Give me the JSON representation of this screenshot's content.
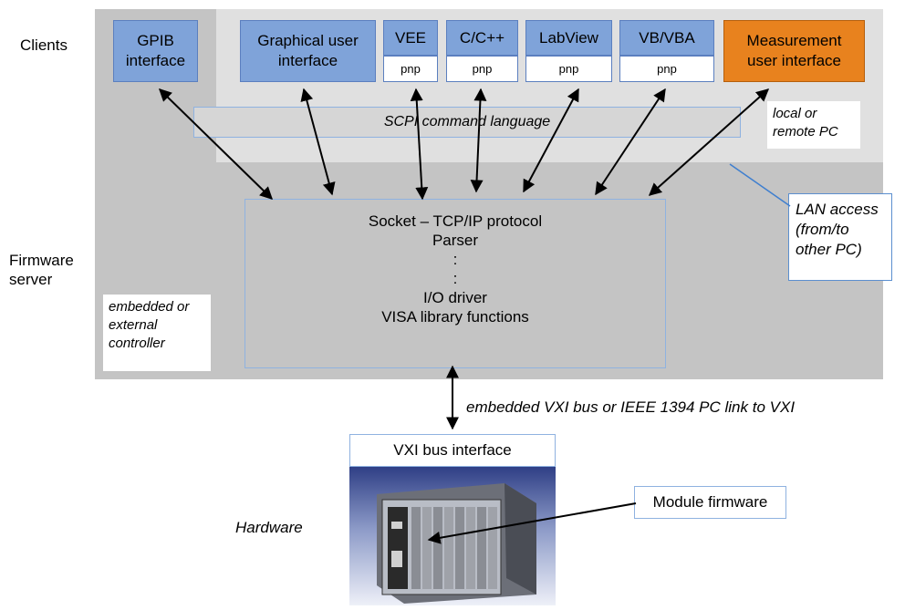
{
  "tiers": {
    "clients": "Clients",
    "firmware_server_line1": "Firmware",
    "firmware_server_line2": "server",
    "hardware": "Hardware"
  },
  "clients": {
    "gpib": [
      "GPIB",
      "interface"
    ],
    "gui": [
      "Graphical user",
      "interface"
    ],
    "vee": "VEE",
    "cpp": "C/C++",
    "labview": "LabView",
    "vb": "VB/VBA",
    "measurement": [
      "Measurement",
      "user interface"
    ],
    "pnp": "pnp"
  },
  "scpi_label": "SCPI command language",
  "pc_note": [
    "local or",
    "remote PC"
  ],
  "controller_note": [
    "embedded or",
    "external",
    "controller"
  ],
  "server_lines": [
    "Socket – TCP/IP protocol",
    "Parser",
    ":",
    ":",
    "I/O driver",
    "VISA library functions"
  ],
  "lan_note": [
    "LAN access",
    "(from/to",
    "other PC)"
  ],
  "bus_label": "embedded VXI bus or IEEE 1394 PC link to VXI",
  "vxi_label": "VXI bus interface",
  "module_label": "Module firmware",
  "colors": {
    "server_bg": "#c4c4c4",
    "pc_bg": "#e0e0e0",
    "client_blue": "#7fa3d9",
    "measurement_orange": "#e8821e",
    "lan_line": "#3f7fcf"
  }
}
